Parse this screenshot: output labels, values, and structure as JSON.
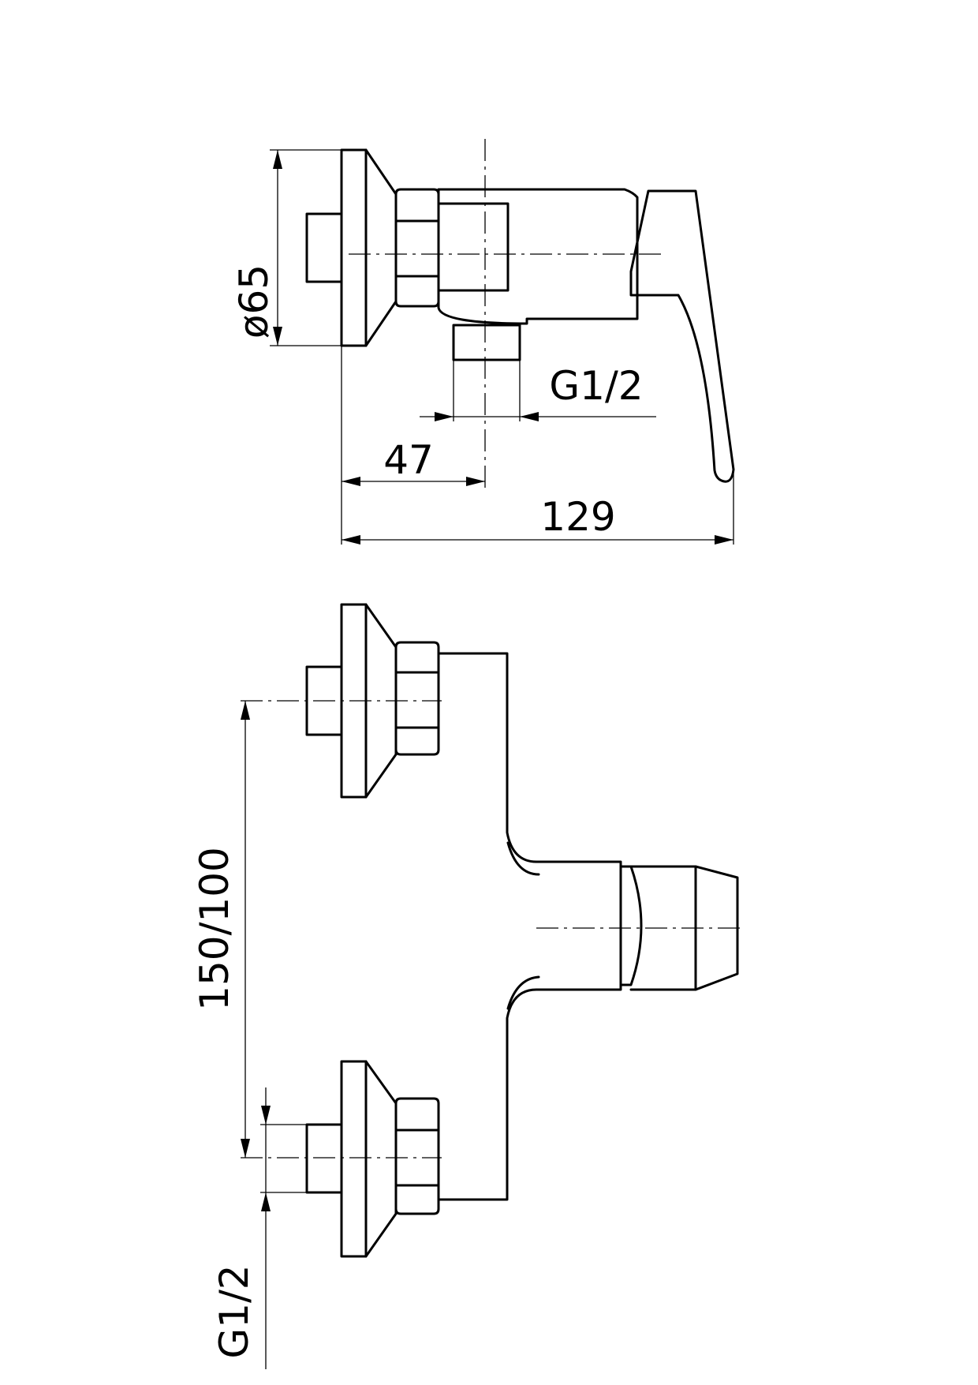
{
  "side_view": {
    "dims": {
      "diameter": "ø65",
      "inlet_thread": "G1/2",
      "axis_offset": "47",
      "overall_depth": "129"
    }
  },
  "front_view": {
    "dims": {
      "inlet_spacing": "150/100",
      "inlet_thread": "G1/2"
    }
  }
}
